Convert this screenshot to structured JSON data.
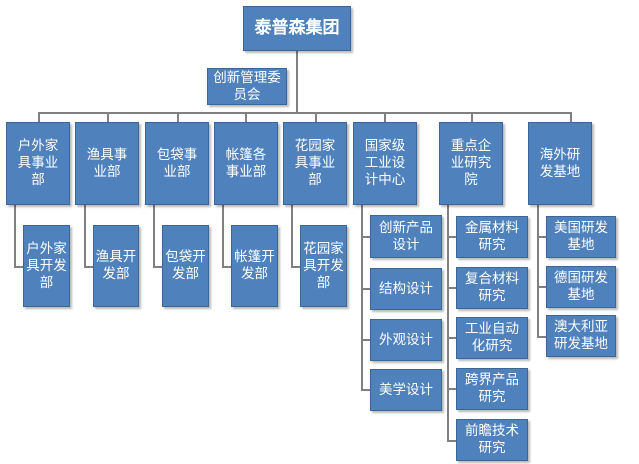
{
  "title": "泰普森集团",
  "committee": "创新管理委\n员会",
  "colors": {
    "box_fill": "#4f81bd",
    "box_border": "#3a6797",
    "line": "#808080",
    "text": "#ffffff"
  },
  "divisions": [
    {
      "label": "户外家\n具事业\n部",
      "children": [
        "户外家\n具开发\n部"
      ]
    },
    {
      "label": "渔具事\n业部",
      "children": [
        "渔具开\n发部"
      ]
    },
    {
      "label": "包袋事\n业部",
      "children": [
        "包袋开\n发部"
      ]
    },
    {
      "label": "帐篷各\n事业部",
      "children": [
        "帐篷开\n发部"
      ]
    },
    {
      "label": "花园家\n具事业\n部",
      "children": [
        "花园家\n具开发\n部"
      ]
    },
    {
      "label": "国家级\n工业设\n计中心",
      "children": [
        "创新产品\n设计",
        "结构设计",
        "外观设计",
        "美学设计"
      ]
    },
    {
      "label": "重点企\n业研究\n院",
      "children": [
        "金属材料\n研究",
        "复合材料\n研究",
        "工业自动\n化研究",
        "跨界产品\n研究",
        "前瞻技术\n研究"
      ]
    },
    {
      "label": "海外研\n发基地",
      "children": [
        "美国研发\n基地",
        "德国研发\n基地",
        "澳大利亚\n研发基地"
      ]
    }
  ]
}
